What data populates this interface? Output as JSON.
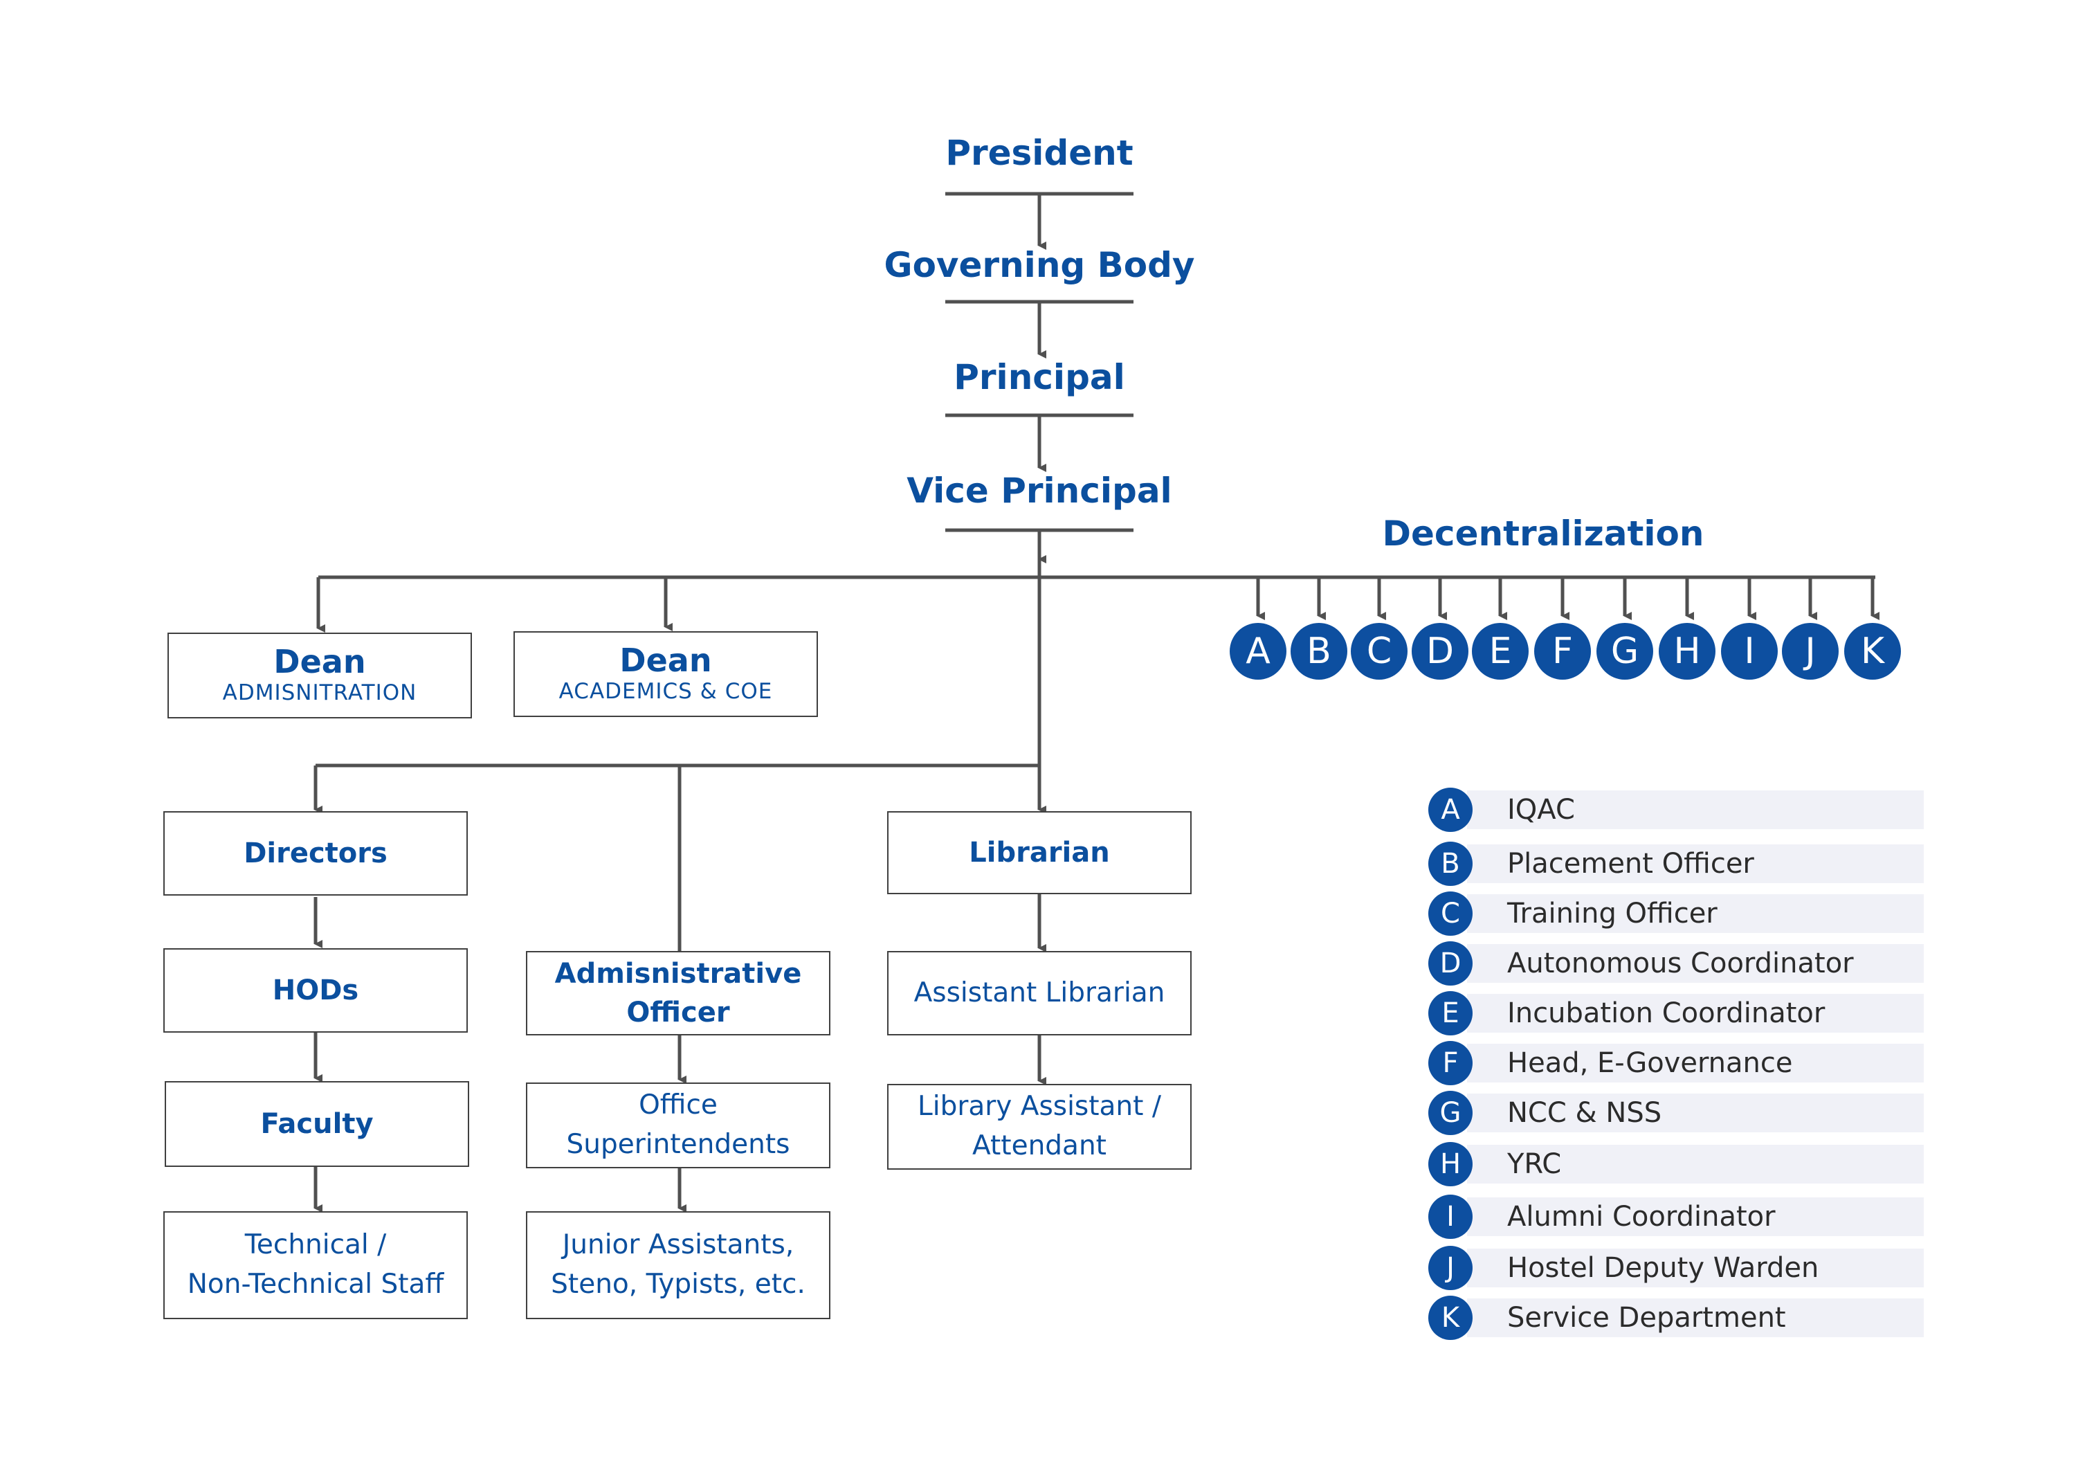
{
  "chain": {
    "president": "President",
    "governing_body": "Governing Body",
    "principal": "Principal",
    "vice_principal": "Vice Principal"
  },
  "decentralization": {
    "title": "Decentralization",
    "letters": [
      "A",
      "B",
      "C",
      "D",
      "E",
      "F",
      "G",
      "H",
      "I",
      "J",
      "K"
    ]
  },
  "deans": [
    {
      "title": "Dean",
      "subtitle": "ADMISNITRATION"
    },
    {
      "title": "Dean",
      "subtitle": "ACADEMICS & COE"
    }
  ],
  "academic": {
    "directors": "Directors",
    "hods": "HODs",
    "faculty": "Faculty",
    "staff_line1": "Technical /",
    "staff_line2": "Non-Technical Staff"
  },
  "admin": {
    "officer_line1": "Admisnistrative",
    "officer_line2": "Officer",
    "supt_line1": "Office",
    "supt_line2": "Superintendents",
    "junior_line1": "Junior Assistants,",
    "junior_line2": "Steno, Typists, etc."
  },
  "library": {
    "librarian": "Librarian",
    "assistant": "Assistant Librarian",
    "attendant_line1": "Library Assistant /",
    "attendant_line2": "Attendant"
  },
  "legend": [
    {
      "letter": "A",
      "label": "IQAC"
    },
    {
      "letter": "B",
      "label": "Placement Officer"
    },
    {
      "letter": "C",
      "label": "Training Officer"
    },
    {
      "letter": "D",
      "label": "Autonomous Coordinator"
    },
    {
      "letter": "E",
      "label": "Incubation Coordinator"
    },
    {
      "letter": "F",
      "label": "Head, E-Governance"
    },
    {
      "letter": "G",
      "label": "NCC & NSS"
    },
    {
      "letter": "H",
      "label": "YRC"
    },
    {
      "letter": "I",
      "label": "Alumni Coordinator"
    },
    {
      "letter": "J",
      "label": "Hostel Deputy Warden"
    },
    {
      "letter": "K",
      "label": "Service Department"
    }
  ],
  "colors": {
    "primary_blue": "#0b4f9e",
    "line": "#505050",
    "legend_bg": "#f0f1f7"
  }
}
